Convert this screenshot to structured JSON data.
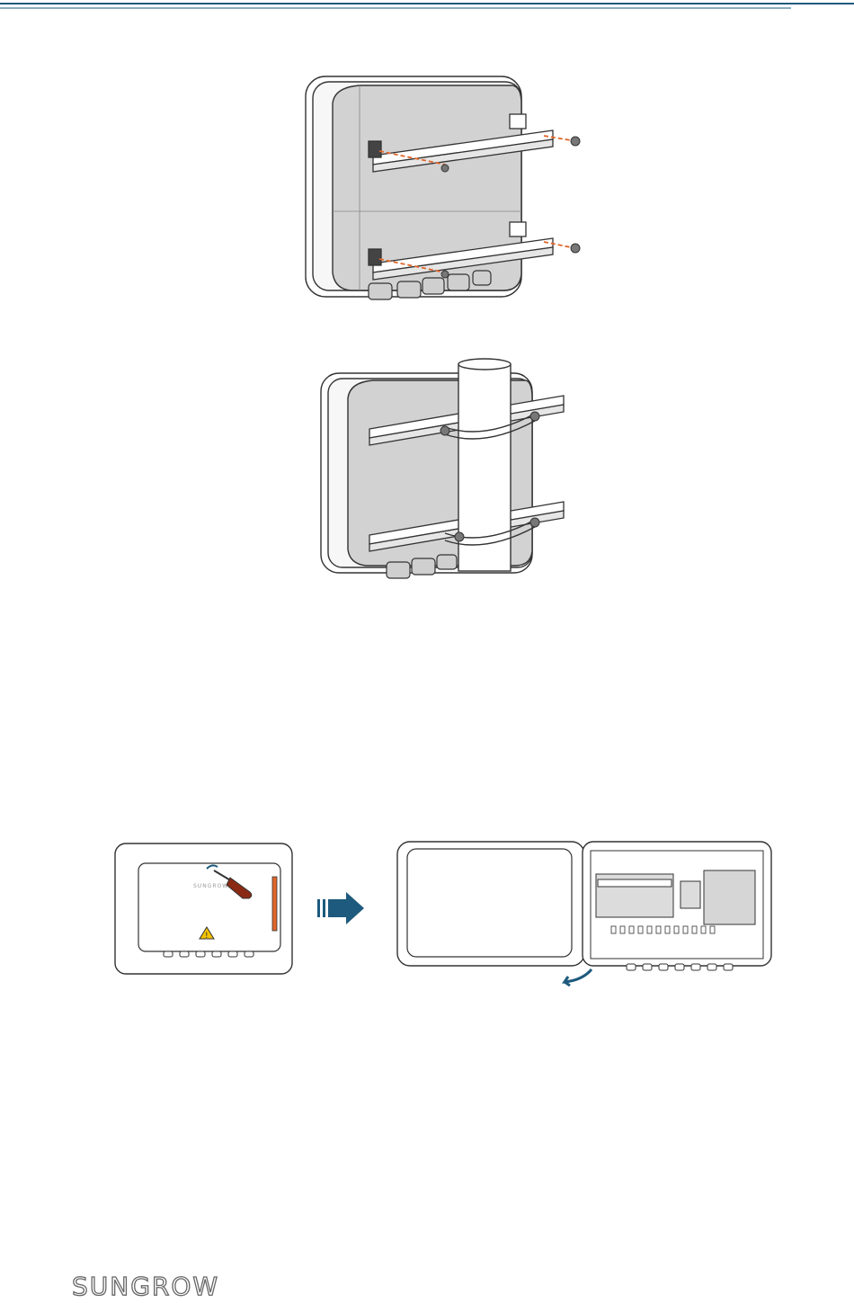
{
  "page": {
    "top_rule_color": "#1d5a7d",
    "footer_brand": "SUNGROW"
  },
  "figures": {
    "bracket_mounting": {
      "icon": "bracket-assembly-illustration"
    },
    "pole_mounting": {
      "icon": "pole-clamp-illustration"
    },
    "open_cover": {
      "cover_logo": "SUNGROW",
      "icons": [
        "screwdriver-icon",
        "warning-triangle-icon",
        "arrow-right-icon",
        "door-swing-arrow-icon"
      ]
    }
  },
  "colors": {
    "orange_highlight": "#e0662a",
    "arrow_blue": "#1d5a7d",
    "device_gray": "#d2d2d2",
    "line": "#333333"
  }
}
